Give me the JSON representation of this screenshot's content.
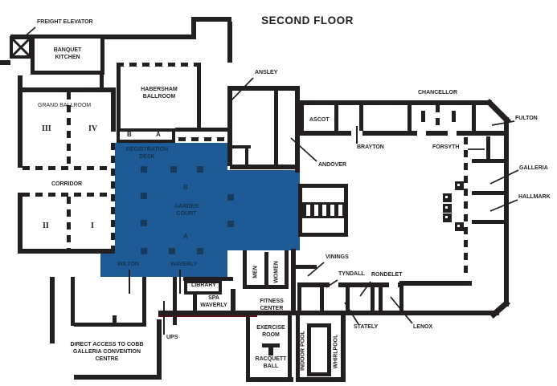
{
  "title": "SECOND FLOOR",
  "colors": {
    "wall": "#231f20",
    "highlight_blue": "#1e5a96",
    "highlight_text": "#14334f",
    "accent_red": "#5a1010"
  },
  "labels": {
    "freight_elevator": "FREIGHT ELEVATOR",
    "banquet_kitchen": "BANQUET KITCHEN",
    "grand_ballroom": "GRAND BALLROOM",
    "corridor": "CORRIDOR",
    "gb_3": "III",
    "gb_4": "IV",
    "gb_2": "II",
    "gb_1": "I",
    "habersham": "HABERSHAM BALLROOM",
    "hab_b": "B",
    "hab_a": "A",
    "registration_desk": "REGISTRATION DESK",
    "garden_court": "GARDEN COURT",
    "gc_b": "B",
    "gc_a": "A",
    "wilton": "WILTON",
    "waverly": "WAVERLY",
    "ansley": "ANSLEY",
    "ascot": "ASCOT",
    "andover": "ANDOVER",
    "brayton": "BRAYTON",
    "chancellor": "CHANCELLOR",
    "fulton": "FULTON",
    "forsyth": "FORSYTH",
    "galleria": "GALLERIA",
    "hallmark": "HALLMARK",
    "vinings": "VININGS",
    "tyndall": "TYNDALL",
    "rondelet": "RONDELET",
    "stately": "STATELY",
    "lenox": "LENOX",
    "men": "MEN",
    "women": "WOMEN",
    "fitness_center": "FITNESS CENTER",
    "exercise_room": "EXERCISE ROOM",
    "racquet_ball": "RACQUETT BALL",
    "indoor_pool": "INDOOR POOL",
    "whirlpool": "WHIRLPOOL",
    "library": "LIBRARY",
    "spa_waverly": "SPA WAVERLY",
    "ups": "UPS",
    "direct_access": "DIRECT ACCESS TO COBB GALLERIA CONVENTION CENTRE"
  }
}
